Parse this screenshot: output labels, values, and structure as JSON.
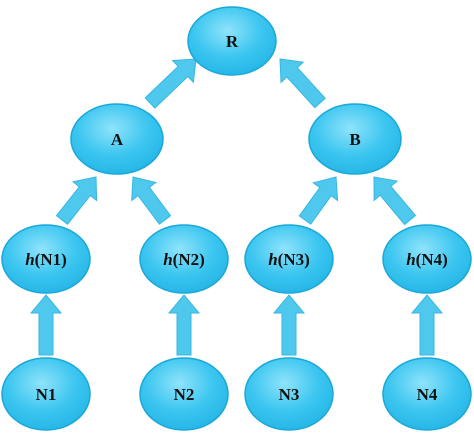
{
  "colors": {
    "node_fill": "#35c3ef",
    "node_stroke": "#1aa8d8",
    "node_highlight": "#8fe3fb",
    "arrow_fill": "#4fc8ee",
    "arrow_stroke": "#36b7e2",
    "label": "#111111"
  },
  "nodes": {
    "r": {
      "label": "R"
    },
    "a": {
      "label": "A"
    },
    "b": {
      "label": "B"
    },
    "hn1": {
      "fn": "h",
      "arg": "(N1)"
    },
    "hn2": {
      "fn": "h",
      "arg": "(N2)"
    },
    "hn3": {
      "fn": "h",
      "arg": "(N3)"
    },
    "hn4": {
      "fn": "h",
      "arg": "(N4)"
    },
    "n1": {
      "label": "N1"
    },
    "n2": {
      "label": "N2"
    },
    "n3": {
      "label": "N3"
    },
    "n4": {
      "label": "N4"
    }
  },
  "edges": [
    {
      "from": "n1",
      "to": "hn1"
    },
    {
      "from": "n2",
      "to": "hn2"
    },
    {
      "from": "n3",
      "to": "hn3"
    },
    {
      "from": "n4",
      "to": "hn4"
    },
    {
      "from": "hn1",
      "to": "a"
    },
    {
      "from": "hn2",
      "to": "a"
    },
    {
      "from": "hn3",
      "to": "b"
    },
    {
      "from": "hn4",
      "to": "b"
    },
    {
      "from": "a",
      "to": "r"
    },
    {
      "from": "b",
      "to": "r"
    }
  ]
}
